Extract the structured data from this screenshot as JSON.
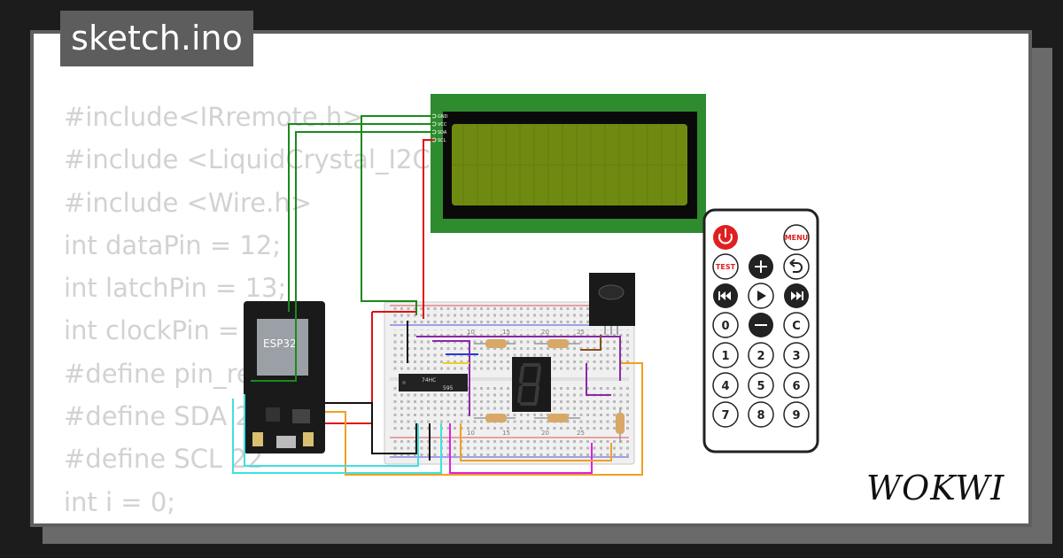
{
  "title": "sketch.ino",
  "code_lines": [
    "#include<IRremote.h>",
    "#include <LiquidCrystal_I2C",
    "#include <Wire.h>",
    "int dataPin = 12;",
    "int latchPin = 13;",
    "int clockPin =",
    "#define pin_re",
    "#define SDA 2",
    "#define SCL 22",
    "int i = 0;"
  ],
  "brand": "WOKWI",
  "esp32_label": "ESP32",
  "chip_label_1": "74HC",
  "chip_label_2": "595",
  "lcd_pins": [
    "GND",
    "VCC",
    "SDA",
    "SCL"
  ],
  "breadboard_numbers": [
    "10",
    "15",
    "20",
    "25"
  ],
  "remote": {
    "top_buttons": [
      "MENU",
      "TEST"
    ],
    "digits": [
      "0",
      "C",
      "1",
      "2",
      "3",
      "4",
      "5",
      "6",
      "7",
      "8",
      "9"
    ]
  },
  "colors": {
    "lcd_green": "#2e8b2e",
    "lcd_screen": "#6f8a10",
    "wire_red": "#e11010",
    "wire_green": "#1a8a1a",
    "wire_magenta": "#e020e0",
    "wire_orange": "#f0a020",
    "wire_cyan": "#40e0e0",
    "wire_purple": "#8a2aa8",
    "remote_red": "#e02020"
  }
}
